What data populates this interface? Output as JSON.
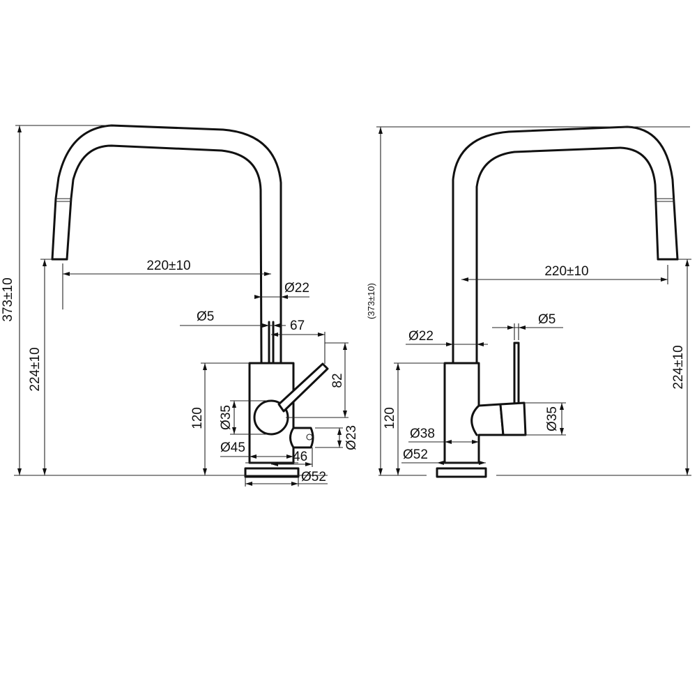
{
  "left_view": {
    "overall_height": "373±10",
    "spout_height": "224±10",
    "spout_reach": "220±10",
    "spout_tube_diameter": "Ø22",
    "lever_rod_diameter": "Ø5",
    "lever_offset": "67",
    "lever_height": "82",
    "body_height": "120",
    "hub_diameter": "Ø35",
    "body_diameter": "Ø45",
    "knob_diameter": "Ø23",
    "knob_offset": "46",
    "base_diameter": "Ø52"
  },
  "right_view": {
    "overall_height": "(373±10)",
    "spout_height": "224±10",
    "spout_reach": "220±10",
    "spout_tube_diameter": "Ø22",
    "lever_rod_diameter": "Ø5",
    "body_height": "120",
    "handle_diameter": "Ø35",
    "body_diameter": "Ø38",
    "base_diameter": "Ø52"
  }
}
